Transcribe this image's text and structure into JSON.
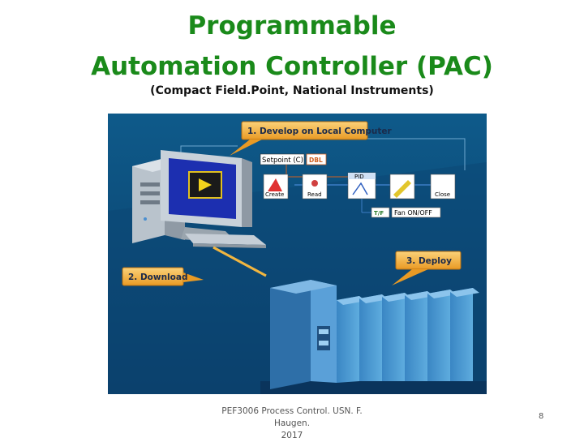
{
  "slide": {
    "title_line1": "Programmable",
    "title_line2": "Automation Controller (PAC)",
    "subtitle": "(Compact Field.Point, National Instruments)",
    "footer_line1": "PEF3006 Process Control. USN. F. Haugen.",
    "footer_line2": "2017",
    "page_number": "8"
  },
  "figure": {
    "step1": "1.  Develop on Local Computer",
    "step2": "2.  Download",
    "step3": "3.  Deploy",
    "setpoint_label": "Setpoint (C)",
    "dbl_tag": "DBL",
    "create_label": "Create",
    "read_label": "Read",
    "pid_label": "PID",
    "close_label": "Close",
    "fan_tf": "T/F",
    "fan_label": "Fan ON/OFF",
    "colors": {
      "background": "#0c4f7e",
      "callout": "#f6b040",
      "module": "#4f9cd6"
    }
  }
}
